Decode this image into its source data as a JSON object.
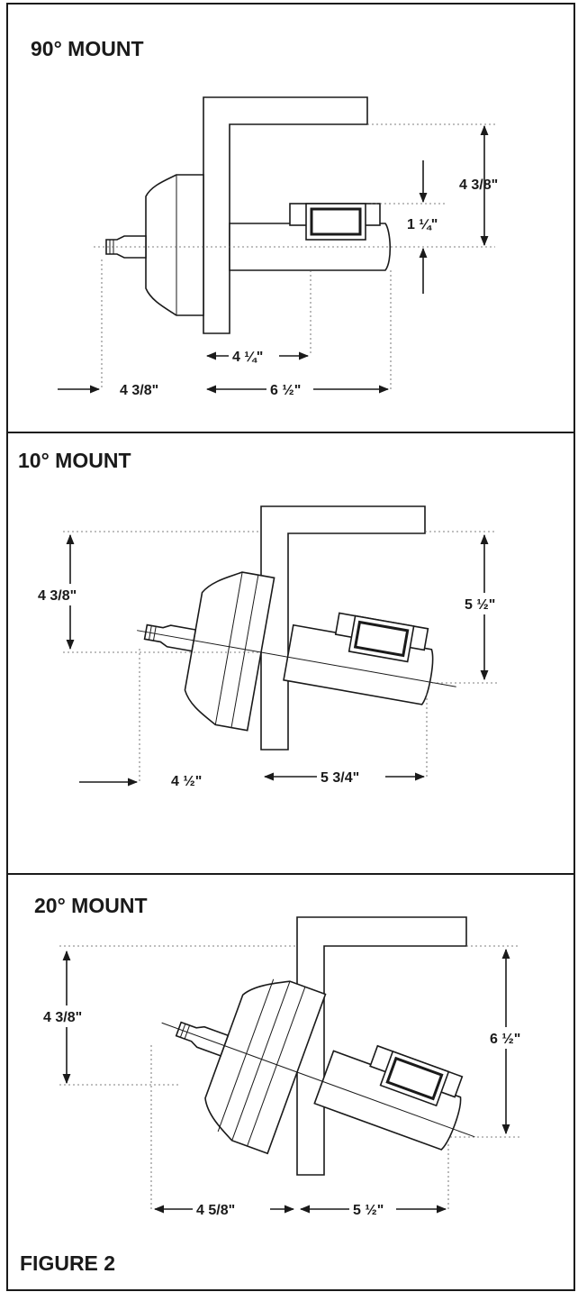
{
  "panels": [
    {
      "title": "90° MOUNT",
      "dims": {
        "height_total": "4 3/8\"",
        "height_offset": "1 ¼\"",
        "length_short": "4 ¼\"",
        "depth_front": "4 3/8\"",
        "length_total": "6 ½\""
      }
    },
    {
      "title": "10° MOUNT",
      "dims": {
        "height_left": "4 3/8\"",
        "height_right": "5 ½\"",
        "depth_front": "4 ½\"",
        "length_total": "5 3/4\""
      }
    },
    {
      "title": "20° MOUNT",
      "dims": {
        "height_left": "4 3/8\"",
        "height_right": "6 ½\"",
        "depth_front": "4 5/8\"",
        "length_total": "5 ½\""
      }
    }
  ],
  "figure_label": "FIGURE 2"
}
